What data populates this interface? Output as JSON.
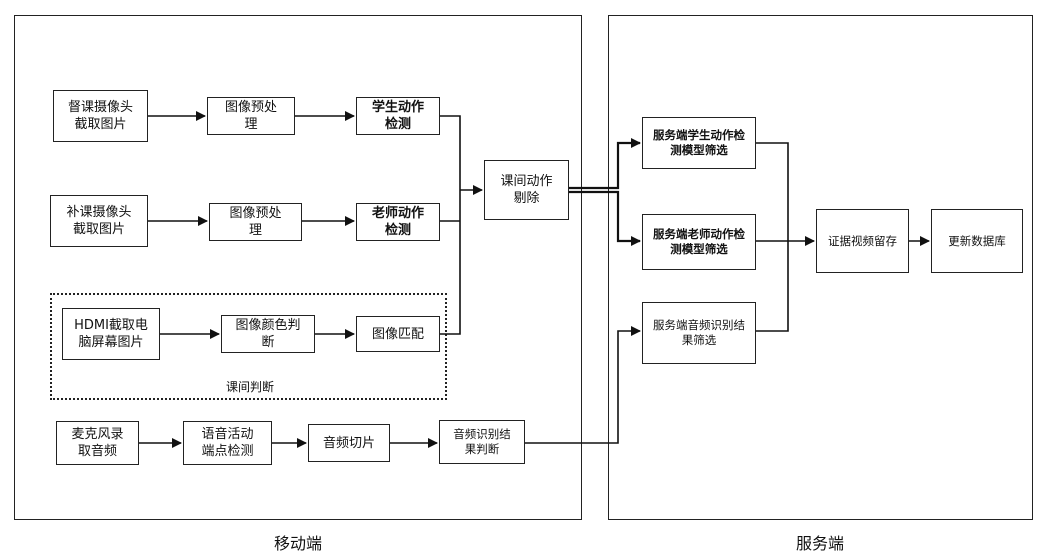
{
  "regions": {
    "mobile_label": "移动端",
    "server_label": "服务端"
  },
  "group": {
    "label": "课间判断"
  },
  "boxes": {
    "supervise_camera": "督课摄像头\n截取图片",
    "preprocess_1": "图像预处\n理",
    "student_detect": "学生动作\n检测",
    "makeup_camera": "补课摄像头\n截取图片",
    "preprocess_2": "图像预处\n理",
    "teacher_detect": "老师动作\n检测",
    "hdmi_capture": "HDMI截取电\n脑屏幕图片",
    "color_judge": "图像颜色判\n断",
    "image_match": "图像匹配",
    "break_remove": "课间动作\n剔除",
    "mic_record": "麦克风录\n取音频",
    "vad": "语音活动\n端点检测",
    "audio_slice": "音频切片",
    "asr_judge": "音频识别结\n果判断",
    "server_student_filter": "服务端学生动作检\n测模型筛选",
    "server_teacher_filter": "服务端老师动作检\n测模型筛选",
    "server_audio_filter": "服务端音频识别结\n果筛选",
    "evidence_video": "证据视频留存",
    "update_db": "更新数据库"
  }
}
